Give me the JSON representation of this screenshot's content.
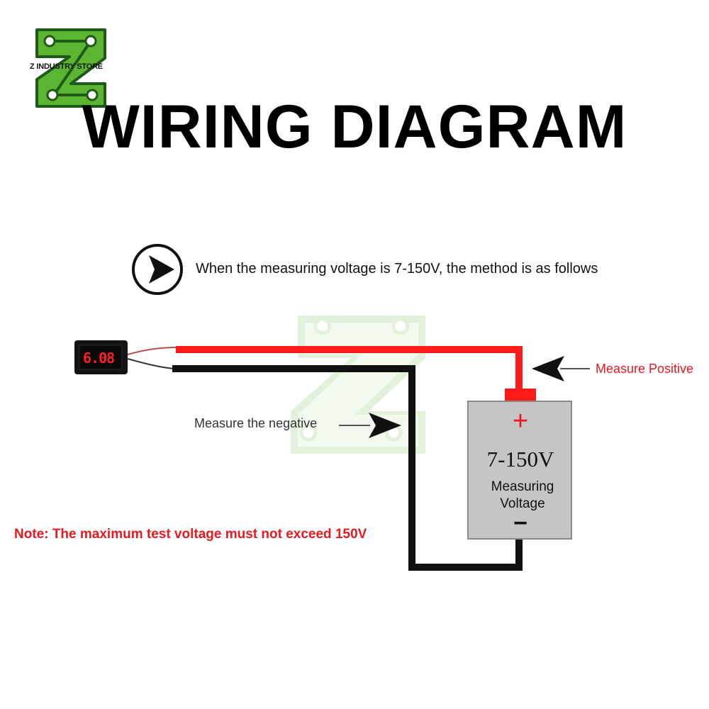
{
  "logo": {
    "text": "Z INDUSTRY STORE",
    "green": "#5cb531",
    "dark": "#1f5a1a"
  },
  "title": "WIRING DIAGRAM",
  "intro": {
    "icon": "arrow-circle-icon",
    "text": "When the measuring voltage is 7-150V, the method is as follows"
  },
  "meter": {
    "reading": "6.08",
    "icon": "voltmeter-icon"
  },
  "labels": {
    "positive": "Measure Positive",
    "negative": "Measure the negative"
  },
  "battery": {
    "plus": "+",
    "range": "7-150V",
    "label": "Measuring Voltage",
    "minus": "−",
    "fill": "#c5c5c5"
  },
  "note": "Note: The maximum test voltage must not exceed 150V",
  "colors": {
    "positive_wire": "#ff1a1a",
    "negative_wire": "#111111",
    "accent_red": "#e8191f"
  }
}
